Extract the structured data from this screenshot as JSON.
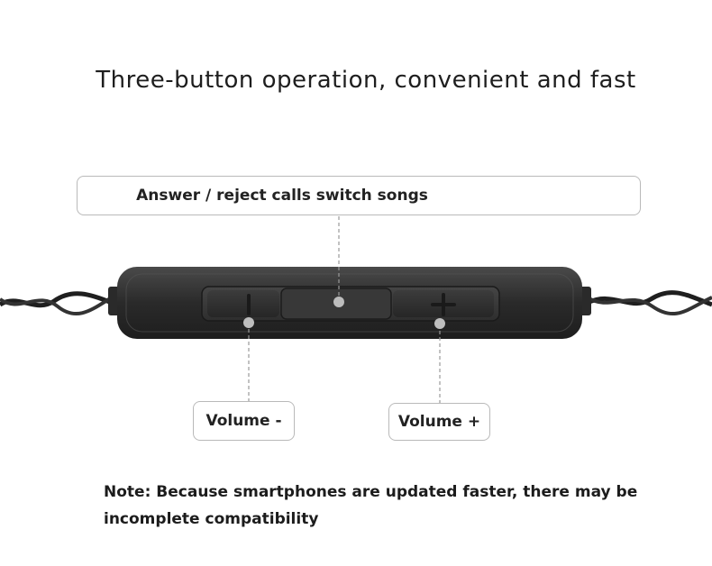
{
  "title": "Three-button operation, convenient and fast",
  "labels": {
    "center_button": "Answer / reject calls  switch songs",
    "volume_minus": "Volume -",
    "volume_plus": "Volume +"
  },
  "note": {
    "line1": "Note: Because smartphones are updated faster, there may be",
    "line2": "incomplete compatibility"
  },
  "colors": {
    "remote_body": "#2b2b2b",
    "remote_face": "#3a3a3a",
    "cable": "#222222",
    "leader_line": "#9a9a9a",
    "marker_dot": "#bdbdbd"
  },
  "icons": {
    "minus_button": "vertical-bar-icon",
    "plus_button": "plus-icon",
    "center_button": "center-dot-icon"
  }
}
